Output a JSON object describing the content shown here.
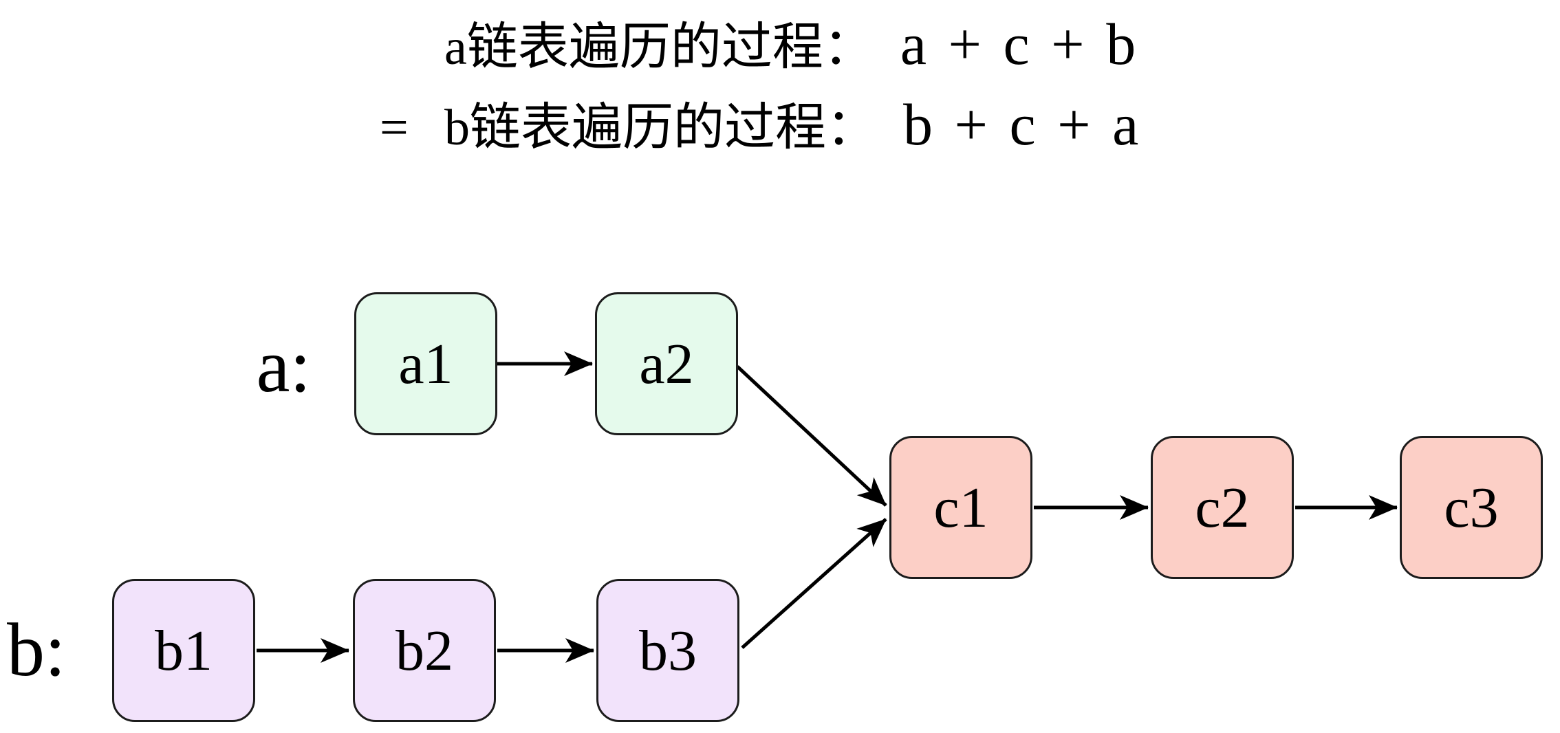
{
  "title": {
    "equals": "=",
    "lines": [
      {
        "label": "a链表遍历的过程：",
        "expression": "a + c + b"
      },
      {
        "label": "b链表遍历的过程：",
        "expression": "b + c + a"
      }
    ]
  },
  "lists": {
    "a": {
      "label": "a:",
      "nodes": [
        "a1",
        "a2"
      ],
      "fill": "#E5FAEC"
    },
    "b": {
      "label": "b:",
      "nodes": [
        "b1",
        "b2",
        "b3"
      ],
      "fill": "#F2E3FB"
    },
    "c": {
      "nodes": [
        "c1",
        "c2",
        "c3"
      ],
      "fill": "#FCCFC6"
    }
  },
  "colors": {
    "background": "#FFFFFF",
    "node_border": "#1C1C1C",
    "arrow": "#000000",
    "text": "#000000"
  }
}
